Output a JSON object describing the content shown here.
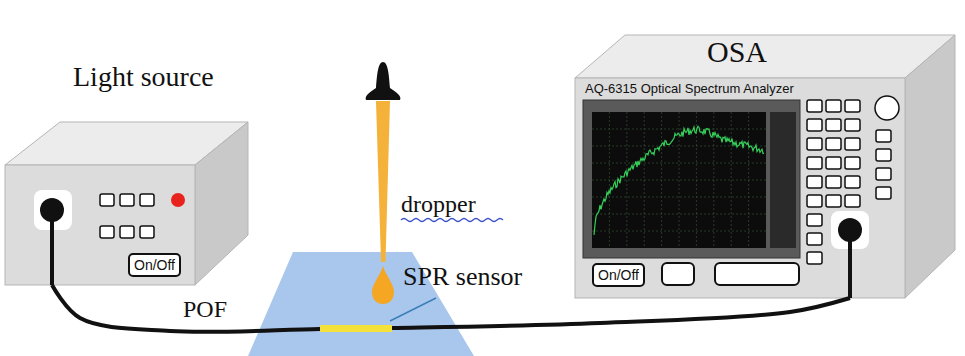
{
  "diagram": {
    "nodes": [
      {
        "text": [
          "Light source"
        ]
      },
      {
        "text": [
          "On/Off"
        ],
        "in": 0
      },
      {
        "text": [
          "OSA",
          "AQ-6315 Optical Spectrum Analyzer"
        ]
      },
      {
        "text": [
          "On/Off"
        ],
        "in": 2
      }
    ],
    "edges": [
      {
        "from": 0,
        "to": 2,
        "arrow": "none"
      }
    ],
    "labels": [
      "dropper",
      "SPR sensor",
      "POF"
    ]
  }
}
